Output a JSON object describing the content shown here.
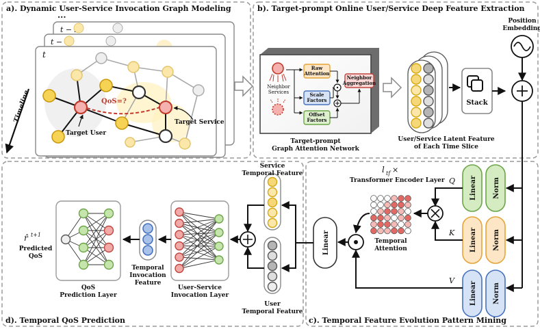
{
  "panels": {
    "a": {
      "title": "a). Dynamic User-Service Invocation Graph Modeling",
      "slices": [
        "...",
        "t − 2",
        "t − 1",
        "t"
      ],
      "qos_label": "QoS=?",
      "target_user": "Target User",
      "target_service": "Target Service",
      "timeline": "Timeline"
    },
    "b": {
      "title": "b). Target-prompt Online User/Service Deep Feature Extraction",
      "neighbor_services": [
        "Neighbor",
        "Services"
      ],
      "raw_attention": [
        "Raw",
        "Attention"
      ],
      "scale_factors": [
        "Scale",
        "Factors"
      ],
      "offset_factors": [
        "Offset",
        "Factors"
      ],
      "neighbor_aggregation": [
        "Neighbor",
        "Aggregation"
      ],
      "gat_caption": [
        "Target-prompt",
        "Graph Attention Network"
      ],
      "latent_caption": [
        "User/Service Latent Feature",
        "of Each Time Slice"
      ],
      "stack": "Stack",
      "position_embedding": [
        "Position",
        "Embedding"
      ]
    },
    "c": {
      "title": "c). Temporal Feature Evolution Pattern Mining",
      "ltf": "l",
      "ltf_sub": "tf",
      "ltf_times": " ×",
      "encoder": "Transformer Encoder Layer",
      "q": "Q",
      "k": "K",
      "v": "V",
      "linear": "Linear",
      "norm": "Norm",
      "temporal_attention": [
        "Temporal",
        "Attention"
      ]
    },
    "d": {
      "title": "d). Temporal QoS Prediction",
      "service_temporal": [
        "Service",
        "Temporal Feature"
      ],
      "user_temporal": [
        "User",
        "Temporal Feature"
      ],
      "uis_layer": [
        "User-Service",
        "Invocation Layer"
      ],
      "temporal_invocation": [
        "Temporal",
        "Invocation",
        "Feature"
      ],
      "qos_layer": [
        "QoS",
        "Prediction Layer"
      ],
      "predicted": [
        "Predicted",
        "QoS"
      ],
      "rhat": "r̂",
      "rhat_sup": "t+1"
    }
  },
  "colors": {
    "yellow": "#f7d878",
    "yellow_stroke": "#d6a712",
    "red": "#f2aaa8",
    "red_stroke": "#c0453f",
    "green": "#c6e5ad",
    "green_stroke": "#6ba548",
    "blue": "#a9c2ea",
    "blue_stroke": "#4671bd",
    "gray": "#b5b5b5",
    "gray_stroke": "#555555",
    "orange_fill": "#fde6c6",
    "orange_stroke": "#e5a437"
  }
}
